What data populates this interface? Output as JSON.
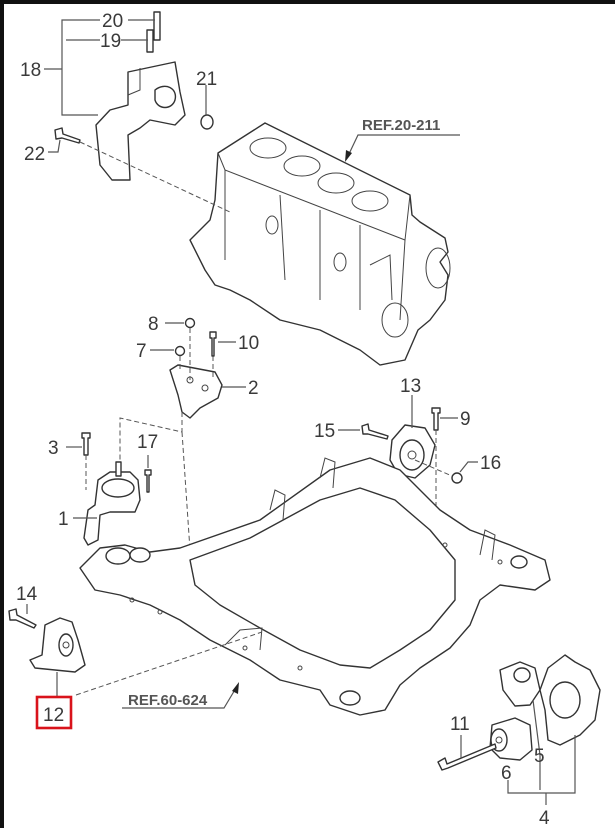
{
  "diagram": {
    "title": "Engine mounting and subframe exploded parts diagram",
    "highlight_color": "#d9131b",
    "ink_color": "#333333",
    "references": {
      "engine_block": "REF.20-211",
      "subframe": "REF.60-624"
    },
    "callouts": {
      "c1": "1",
      "c2": "2",
      "c3": "3",
      "c4": "4",
      "c5": "5",
      "c6": "6",
      "c7": "7",
      "c8": "8",
      "c9": "9",
      "c10": "10",
      "c11": "11",
      "c12": "12",
      "c13": "13",
      "c14": "14",
      "c15": "15",
      "c16": "16",
      "c17": "17",
      "c18": "18",
      "c19": "19",
      "c20": "20",
      "c21": "21",
      "c22": "22"
    },
    "highlighted_callout": "12",
    "parts": [
      {
        "id": "1",
        "name": "engine mount (left)"
      },
      {
        "id": "2",
        "name": "mount bracket"
      },
      {
        "id": "3",
        "name": "bolt"
      },
      {
        "id": "4",
        "name": "front roll mount assembly"
      },
      {
        "id": "5",
        "name": "bushing"
      },
      {
        "id": "6",
        "name": "insulator"
      },
      {
        "id": "7",
        "name": "nut"
      },
      {
        "id": "8",
        "name": "nut"
      },
      {
        "id": "9",
        "name": "bolt"
      },
      {
        "id": "10",
        "name": "bolt"
      },
      {
        "id": "11",
        "name": "through bolt"
      },
      {
        "id": "12",
        "name": "rear roll mount"
      },
      {
        "id": "13",
        "name": "transmission mount"
      },
      {
        "id": "14",
        "name": "bolt"
      },
      {
        "id": "15",
        "name": "bolt"
      },
      {
        "id": "16",
        "name": "nut"
      },
      {
        "id": "17",
        "name": "bolt"
      },
      {
        "id": "18",
        "name": "engine support bracket assembly"
      },
      {
        "id": "19",
        "name": "stud"
      },
      {
        "id": "20",
        "name": "stud"
      },
      {
        "id": "21",
        "name": "O-ring"
      },
      {
        "id": "22",
        "name": "bolt"
      }
    ]
  }
}
